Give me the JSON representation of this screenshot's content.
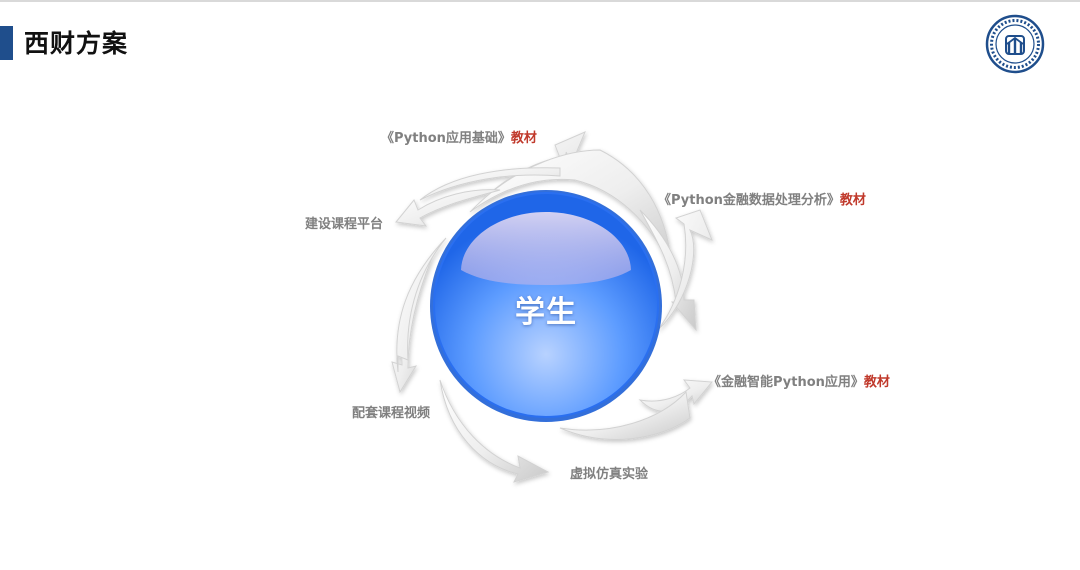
{
  "header": {
    "title": "西财方案"
  },
  "diagram": {
    "center": "学生",
    "items": [
      {
        "text": "《Python应用基础》",
        "accent": "教材"
      },
      {
        "text": "《Python金融数据处理分析》",
        "accent": "教材"
      },
      {
        "text": "《金融智能Python应用》",
        "accent": "教材"
      },
      {
        "text": "虚拟仿真实验",
        "accent": ""
      },
      {
        "text": "配套课程视频",
        "accent": ""
      },
      {
        "text": "建设课程平台",
        "accent": ""
      }
    ]
  },
  "colors": {
    "brand_bar": "#1f4e8c",
    "accent_text": "#c0392b",
    "label_text": "#808080",
    "sphere": "#2d78f0"
  },
  "icons": {
    "logo": "university-seal-icon"
  }
}
